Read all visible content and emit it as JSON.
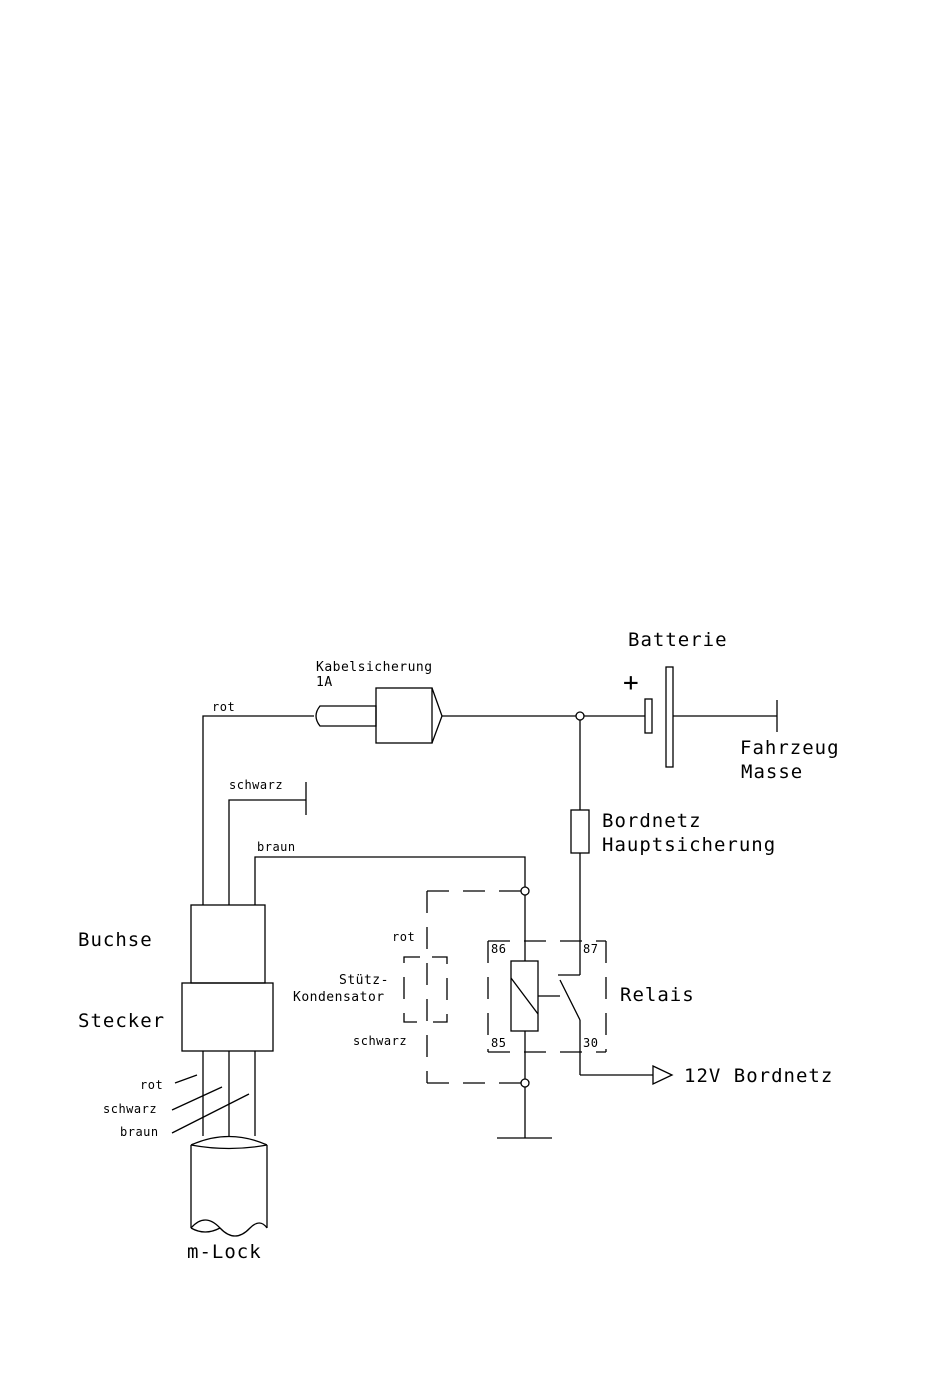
{
  "labels": {
    "batterie": "Batterie",
    "plus": "+",
    "fahrzeug": "Fahrzeug",
    "masse": "Masse",
    "kabelsicherung": "Kabelsicherung",
    "kabelsicherung_rating": "1A",
    "bordnetz": "Bordnetz",
    "hauptsicherung": "Hauptsicherung",
    "buchse": "Buchse",
    "stecker": "Stecker",
    "relais": "Relais",
    "stuetz": "Stütz-",
    "kondensator": "Kondensator",
    "twelve_v": "12V  Bordnetz",
    "mlock": "m-Lock",
    "wire_rot_top": "rot",
    "wire_schwarz_top": "schwarz",
    "wire_braun_top": "braun",
    "cap_rot": "rot",
    "cap_schwarz": "schwarz",
    "pin_86": "86",
    "pin_87": "87",
    "pin_85": "85",
    "pin_30": "30",
    "cable_rot": "rot",
    "cable_schwarz": "schwarz",
    "cable_braun": "braun"
  }
}
